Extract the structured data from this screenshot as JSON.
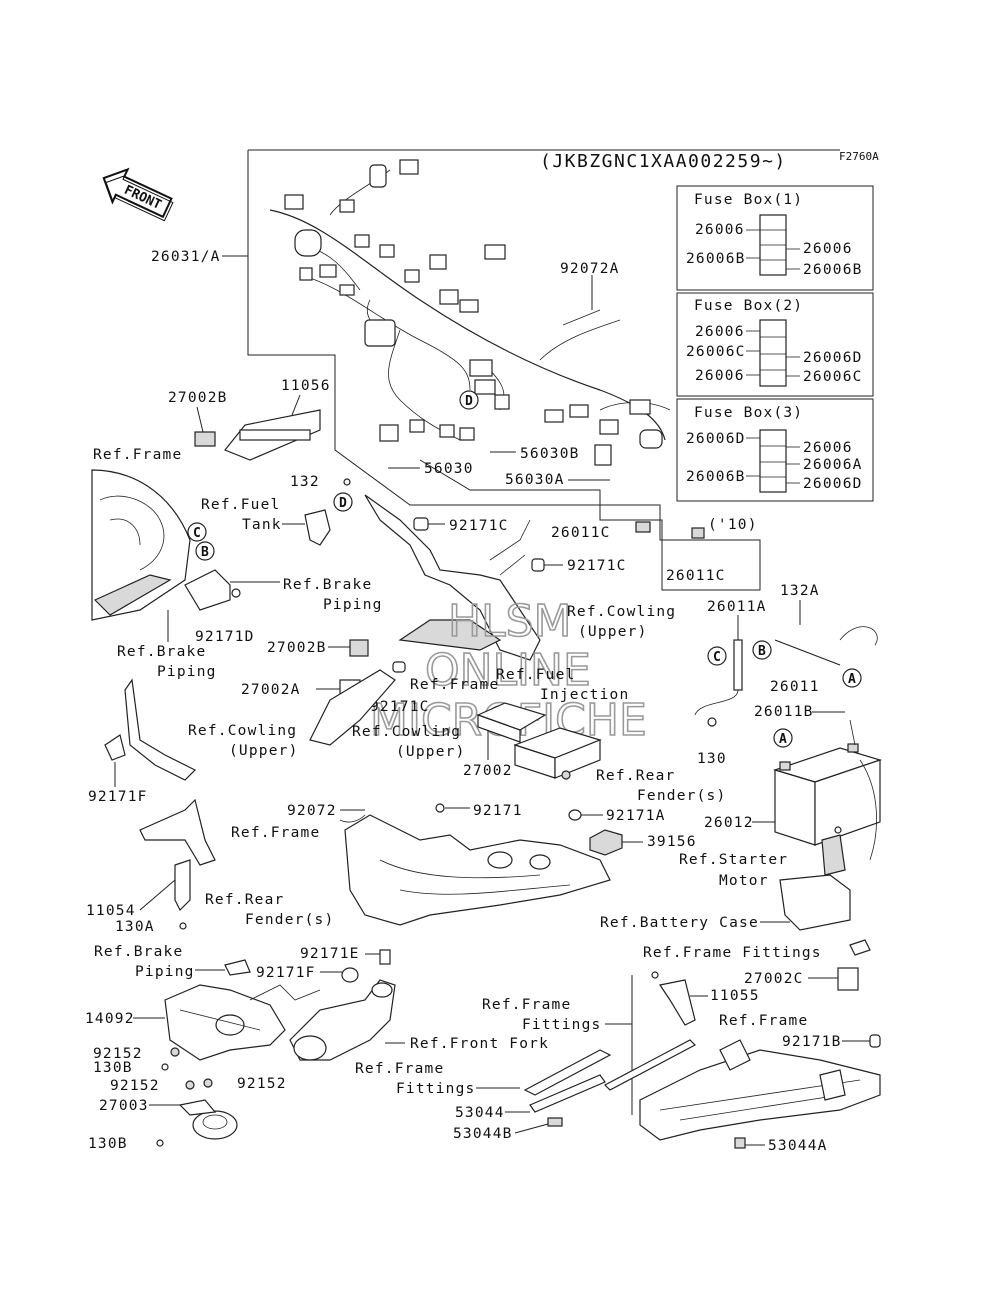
{
  "diagram": {
    "figure_code": "F2760A",
    "vin_range": "(JKBZGNC1XAA002259~)",
    "front_label": "FRONT",
    "watermark": [
      "HLSM",
      "ONLINE",
      "MICROFICHE"
    ]
  },
  "fuse_boxes": [
    {
      "title": "Fuse Box(1)",
      "left": [
        "26006",
        "26006B"
      ],
      "right": [
        "26006",
        "26006B"
      ]
    },
    {
      "title": "Fuse Box(2)",
      "left": [
        "26006",
        "26006C",
        "26006"
      ],
      "right": [
        "26006D",
        "26006C"
      ]
    },
    {
      "title": "Fuse Box(3)",
      "left": [
        "26006D",
        "26006B"
      ],
      "right": [
        "26006",
        "26006A",
        "26006D"
      ]
    }
  ],
  "labels": {
    "l26031A": "26031/A",
    "l92072A": "92072A",
    "l27002B_top": "27002B",
    "l11056": "11056",
    "l56030": "56030",
    "l56030B": "56030B",
    "l56030A": "56030A",
    "l26011C_a": "26011C",
    "l_10": "('10)",
    "l26011C_b": "26011C",
    "l132": "132",
    "l92171C_a": "92171C",
    "l92171C_b": "92171C",
    "l92171C_c": "92171C",
    "refFrame1": "Ref.Frame",
    "refFuelTank1": "Ref.Fuel",
    "refFuelTank2": "Tank",
    "refBrakePiping1a": "Ref.Brake",
    "refBrakePiping1b": "Piping",
    "refBrakePiping2a": "Ref.Brake",
    "refBrakePiping2b": "Piping",
    "l92171D": "92171D",
    "refCowling1a": "Ref.Cowling",
    "refCowling1b": "(Upper)",
    "l26011A": "26011A",
    "l132A": "132A",
    "l27002B_mid": "27002B",
    "l27002A": "27002A",
    "refFrame2": "Ref.Frame",
    "refFuelInj1": "Ref.Fuel",
    "refFuelInj2": "Injection",
    "l26011": "26011",
    "refCowling2a": "Ref.Cowling",
    "refCowling2b": "(Upper)",
    "refCowling3a": "Ref.Cowling",
    "refCowling3b": "(Upper)",
    "l26011B": "26011B",
    "l130": "130",
    "l27002": "27002",
    "refRearFender1a": "Ref.Rear",
    "refRearFender1b": "Fender(s)",
    "l92171F": "92171F",
    "l92072": "92072",
    "l92171": "92171",
    "l92171A": "92171A",
    "l26012": "26012",
    "refFrame3": "Ref.Frame",
    "l39156": "39156",
    "refStarter1": "Ref.Starter",
    "refStarter2": "Motor",
    "l11054": "11054",
    "refRearFender2a": "Ref.Rear",
    "refRearFender2b": "Fender(s)",
    "l130A": "130A",
    "refBatteryCase": "Ref.Battery Case",
    "refBrakePiping3a": "Ref.Brake",
    "refBrakePiping3b": "Piping",
    "l92171E": "92171E",
    "l92171F_b": "92171F",
    "refFrameFittings1": "Ref.Frame Fittings",
    "l27002C": "27002C",
    "l14092": "14092",
    "refFrameFittings2a": "Ref.Frame",
    "refFrameFittings2b": "Fittings",
    "l11055": "11055",
    "refFrame4": "Ref.Frame",
    "l92152_a": "92152",
    "l130B_a": "130B",
    "refFrontFork": "Ref.Front Fork",
    "l92171B": "92171B",
    "refFrameFittings3a": "Ref.Frame",
    "refFrameFittings3b": "Fittings",
    "l92152_b": "92152",
    "l92152_c": "92152",
    "l27003": "27003",
    "l53044": "53044",
    "l53044B": "53044B",
    "l53044A": "53044A",
    "l130B_b": "130B"
  },
  "callouts": {
    "D": "D",
    "C": "C",
    "B": "B",
    "A": "A"
  }
}
